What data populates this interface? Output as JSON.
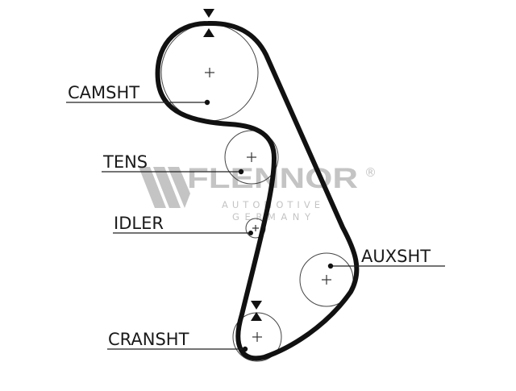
{
  "diagram": {
    "labels": {
      "camshaft": "CAMSHT",
      "tensioner": "TENS",
      "idler": "IDLER",
      "aux_shaft": "AUXSHT",
      "crankshaft": "CRANSHT"
    }
  },
  "watermark": {
    "brand": "FLENNOR",
    "registered": "®",
    "line1": "AUTOMOTIVE",
    "line2": "GERMANY"
  },
  "colors": {
    "belt": "#111111",
    "pulley_outline": "#444444",
    "label_text": "#1a1a1a",
    "watermark": "#8a8a8a",
    "background": "#ffffff"
  },
  "icons": {
    "timing_marks": "triangle-marker-icon",
    "centers": "plus-icon",
    "watermark_logo": "flennor-stripes-logo"
  }
}
